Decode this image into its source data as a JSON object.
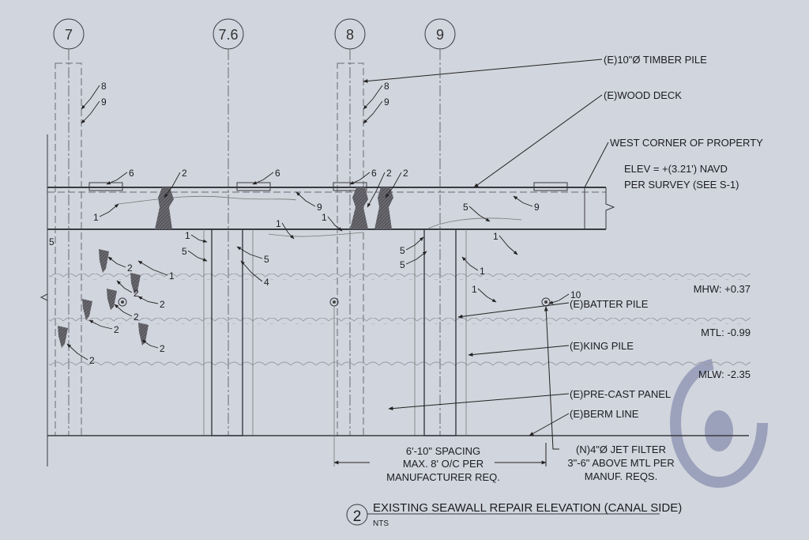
{
  "grid_markers": [
    "7",
    "7.6",
    "8",
    "9"
  ],
  "labels": {
    "timber_pile": "(E)10\"Ø TIMBER PILE",
    "wood_deck": "(E)WOOD DECK",
    "west_corner": "WEST CORNER OF PROPERTY",
    "elev_line1": "ELEV = +(3.21') NAVD",
    "elev_line2": "PER SURVEY (SEE S-1)",
    "mhw": "MHW: +0.37",
    "batter_pile": "(E)BATTER PILE",
    "mtl": "MTL: -0.99",
    "king_pile": "(E)KING PILE",
    "mlw": "MLW: -2.35",
    "precast_panel": "(E)PRE-CAST PANEL",
    "berm_line": "(E)BERM LINE",
    "left_callout": "5"
  },
  "spacing_note": [
    "6'-10\" SPACING",
    "MAX. 8' O/C PER",
    "MANUFACTURER REQ."
  ],
  "jet_filter_note": [
    "(N)4\"Ø JET FILTER",
    "3\"-6\" ABOVE MTL PER",
    "MANUF. REQS."
  ],
  "callouts": [
    "8",
    "9",
    "8",
    "9",
    "6",
    "2",
    "1",
    "6",
    "9",
    "1",
    "6",
    "2",
    "2",
    "1",
    "1",
    "5",
    "5",
    "4",
    "2",
    "1",
    "2",
    "2",
    "2",
    "2",
    "2",
    "2",
    "5",
    "9",
    "1",
    "5",
    "5",
    "1",
    "1",
    "10"
  ],
  "title": {
    "number": "2",
    "text": "EXISTING SEAWALL REPAIR ELEVATION (CANAL SIDE)",
    "scale": "NTS"
  },
  "colors": {
    "background": "#d1d5dd",
    "line": "#3a3a42",
    "watermark": "#8a8fb0"
  }
}
